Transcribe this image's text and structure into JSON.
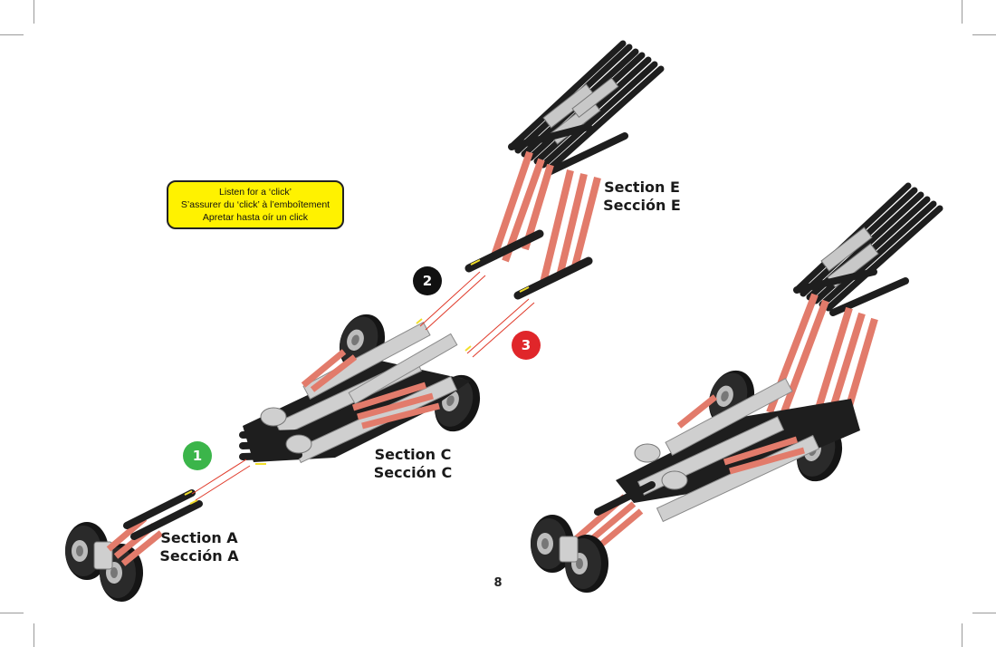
{
  "callout": {
    "line_en": "Listen for a ‘click’",
    "line_fr": "S’assurer du ‘click’ à l’emboîtement",
    "line_es": "Apretar hasta oír un click"
  },
  "labels": {
    "section_e": {
      "en": "Section E",
      "es": "Sección E"
    },
    "section_c": {
      "en": "Section C",
      "es": "Sección C"
    },
    "section_a": {
      "en": "Section A",
      "es": "Sección A"
    }
  },
  "steps": [
    {
      "number": "1",
      "color": "#3bb54a"
    },
    {
      "number": "2",
      "color": "#111111"
    },
    {
      "number": "3",
      "color": "#e0262a"
    }
  ],
  "colors": {
    "beam_black": "#1e1e1e",
    "beam_red": "#e27b6b",
    "connector_gray": "#c8c8c8",
    "arrow_red": "#e03a2a",
    "callout_yellow": "#fff200"
  },
  "page_number": "8"
}
